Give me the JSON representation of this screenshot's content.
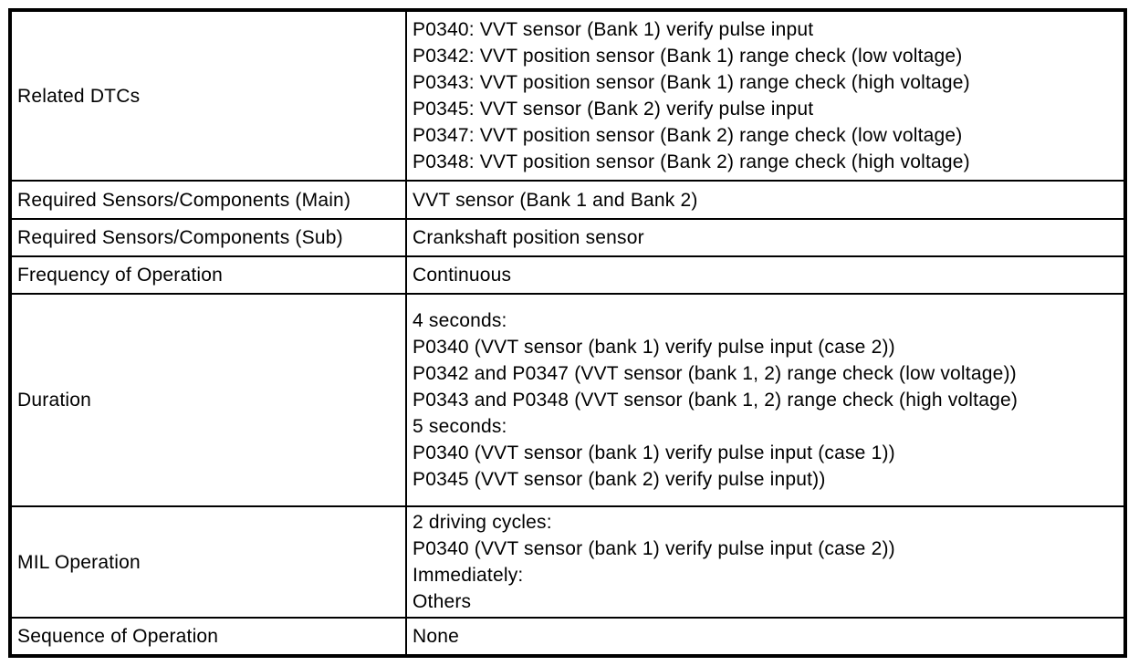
{
  "table": {
    "colors": {
      "border": "#000000",
      "text": "#000000",
      "background": "#ffffff"
    },
    "rows": [
      {
        "label": "Related DTCs",
        "lines": [
          "P0340: VVT sensor (Bank 1) verify pulse input",
          "P0342: VVT position sensor (Bank 1) range check (low voltage)",
          "P0343: VVT position sensor (Bank 1) range check (high voltage)",
          "P0345: VVT sensor (Bank 2) verify pulse input",
          "P0347: VVT position sensor (Bank 2) range check (low voltage)",
          "P0348: VVT position sensor (Bank 2) range check (high voltage)"
        ]
      },
      {
        "label": "Required Sensors/Components (Main)",
        "lines": [
          "VVT sensor (Bank 1 and Bank 2)"
        ]
      },
      {
        "label": "Required Sensors/Components (Sub)",
        "lines": [
          "Crankshaft position sensor"
        ]
      },
      {
        "label": "Frequency of Operation",
        "lines": [
          "Continuous"
        ]
      },
      {
        "label": "Duration",
        "lines": [
          "4 seconds:",
          "P0340 (VVT sensor (bank 1) verify pulse input (case 2))",
          "P0342 and P0347 (VVT sensor (bank 1, 2) range check (low voltage))",
          "P0343 and P0348 (VVT sensor (bank 1, 2) range check (high voltage)",
          "5 seconds:",
          "P0340 (VVT sensor (bank 1) verify pulse input (case 1))",
          "P0345 (VVT sensor (bank 2) verify pulse input))"
        ]
      },
      {
        "label": "MIL Operation",
        "lines": [
          "2 driving cycles:",
          "P0340 (VVT sensor (bank 1) verify pulse input (case 2))",
          "Immediately:",
          "Others"
        ]
      },
      {
        "label": "Sequence of Operation",
        "lines": [
          "None"
        ]
      }
    ]
  }
}
